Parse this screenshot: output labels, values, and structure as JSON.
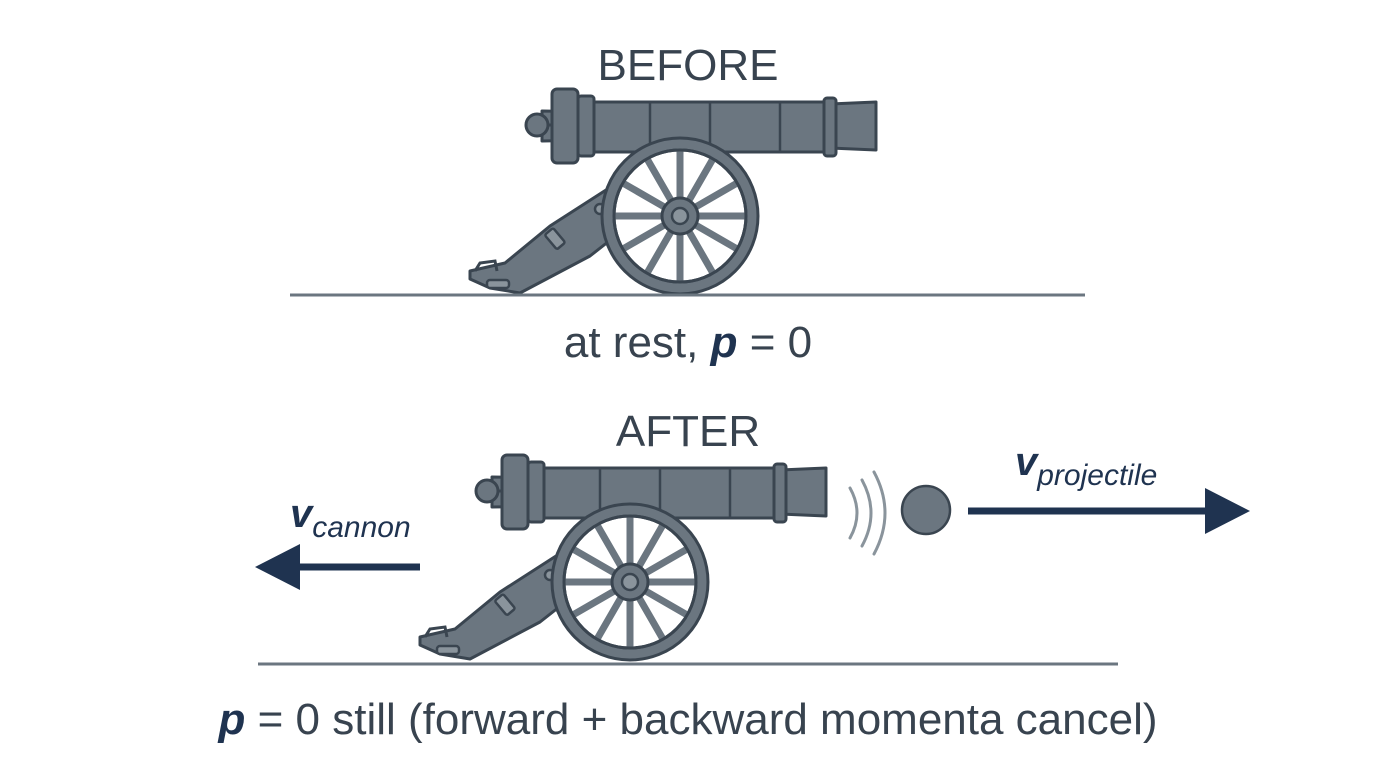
{
  "before": {
    "title": "BEFORE",
    "caption_prefix": "at rest, ",
    "caption_symbol": "p",
    "caption_suffix": " = 0"
  },
  "after": {
    "title": "AFTER",
    "caption_symbol": "p",
    "caption_suffix": " = 0 still (forward + backward momenta cancel)",
    "cannon_velocity": {
      "symbol": "v",
      "subscript": "cannon",
      "direction": "left"
    },
    "projectile_velocity": {
      "symbol": "v",
      "subscript": "projectile",
      "direction": "right"
    }
  },
  "colors": {
    "cannon_fill": "#6b7680",
    "cannon_stroke": "#3a4550",
    "text": "#38434f",
    "arrow": "#1f3350",
    "ground": "#6b7680"
  }
}
